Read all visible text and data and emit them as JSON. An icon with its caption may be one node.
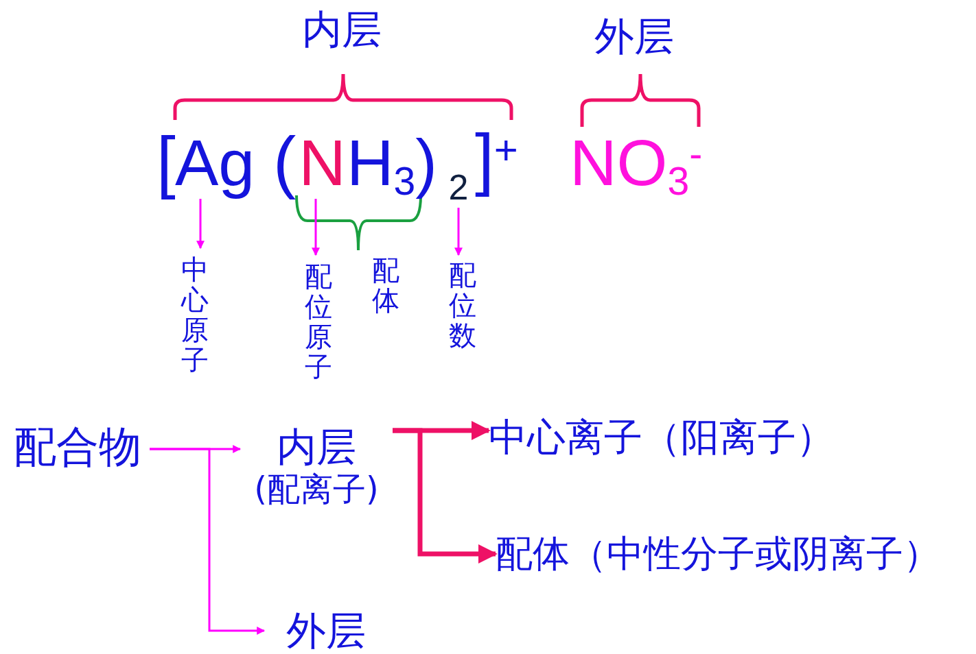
{
  "diagram": {
    "nodes": [
      {
        "text": [
          "Ag"
        ]
      },
      {
        "text": [
          "N"
        ]
      },
      {
        "text": [
          "2"
        ]
      },
      {
        "text": [
          "中心原子"
        ]
      },
      {
        "text": [
          "配位原子"
        ]
      },
      {
        "text": [
          "配位数"
        ]
      },
      {
        "text": [
          "配合物"
        ]
      },
      {
        "text": [
          "内层",
          "(配离子)"
        ]
      },
      {
        "text": [
          "外层"
        ]
      },
      {
        "text": [
          "中心离子（阳离子）"
        ]
      },
      {
        "text": [
          "配体（中性分子或阴离子）"
        ]
      }
    ],
    "edges": [
      {
        "from": 0,
        "to": 3,
        "arrow": "to"
      },
      {
        "from": 1,
        "to": 4,
        "arrow": "to"
      },
      {
        "from": 2,
        "to": 5,
        "arrow": "to"
      },
      {
        "from": 6,
        "to": 7,
        "arrow": "to"
      },
      {
        "from": 6,
        "to": 8,
        "arrow": "to"
      },
      {
        "from": 7,
        "to": 9,
        "arrow": "to",
        "color": "#ee1166",
        "style": "thick"
      },
      {
        "from": 7,
        "to": 10,
        "arrow": "to",
        "color": "#ee1166",
        "style": "thick"
      }
    ],
    "labels": [
      "内层",
      "外层",
      "[",
      "(",
      "H$_{3}$)",
      "]$^{+}$",
      "NO$_{3}$$^{-}$",
      "配体"
    ]
  }
}
